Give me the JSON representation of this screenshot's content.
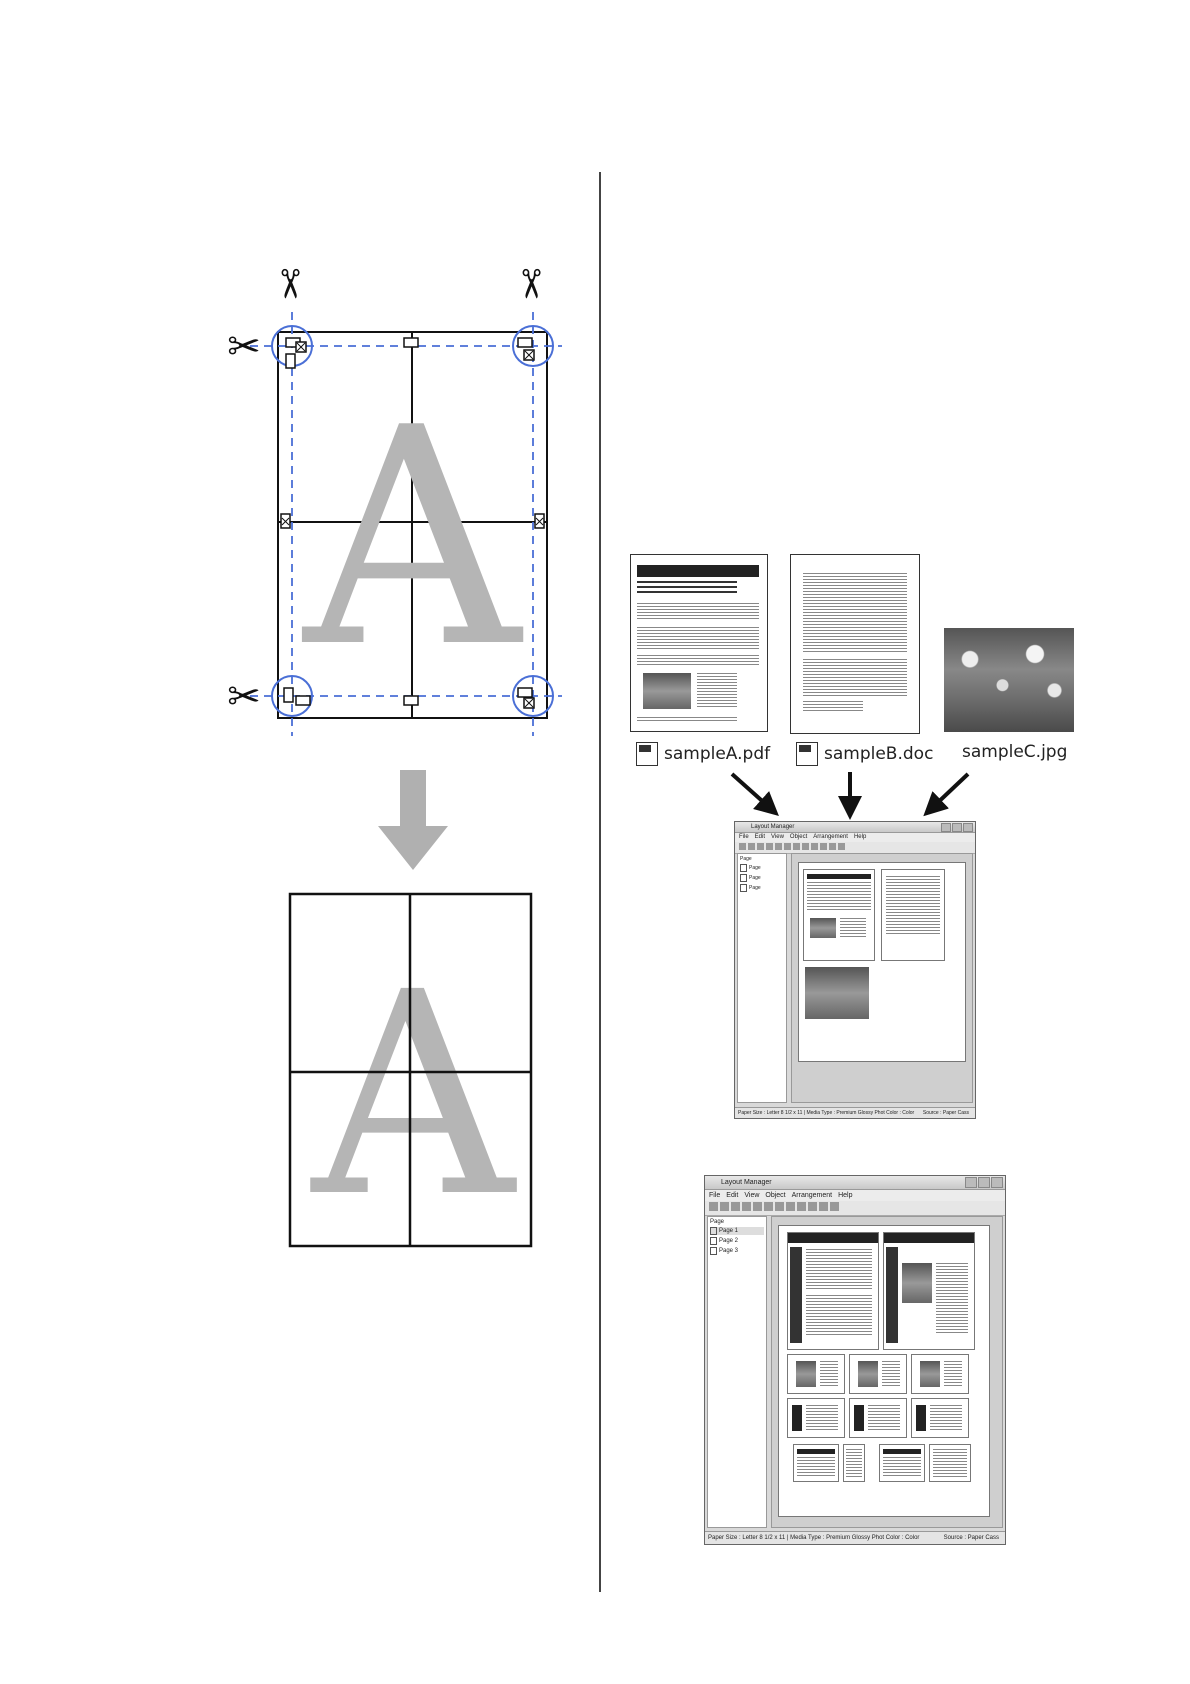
{
  "files": {
    "a": "sampleA.pdf",
    "b": "sampleB.doc",
    "c": "sampleC.jpg"
  },
  "illustration": {
    "letter": "A",
    "accent_color": "#4a6fd6",
    "scissors": "scissors-icon"
  },
  "window1": {
    "title": "Layout Manager",
    "menu": [
      "File",
      "Edit",
      "View",
      "Object",
      "Arrangement",
      "Help"
    ],
    "panel_title": "Page",
    "pages": [
      "Page",
      "Page",
      "Page"
    ],
    "status": "Paper Size : Letter 8 1/2 x 11 | Media Type : Premium Glossy Phot Color : Color",
    "source": "Source : Paper Cass"
  },
  "window2": {
    "title": "Layout Manager",
    "menu": [
      "File",
      "Edit",
      "View",
      "Object",
      "Arrangement",
      "Help"
    ],
    "panel_title": "Page",
    "pages": [
      "Page 1",
      "Page 2",
      "Page 3"
    ],
    "status": "Paper Size : Letter 8 1/2 x 11 | Media Type : Premium Glossy Phot Color : Color",
    "source": "Source : Paper Cass"
  }
}
